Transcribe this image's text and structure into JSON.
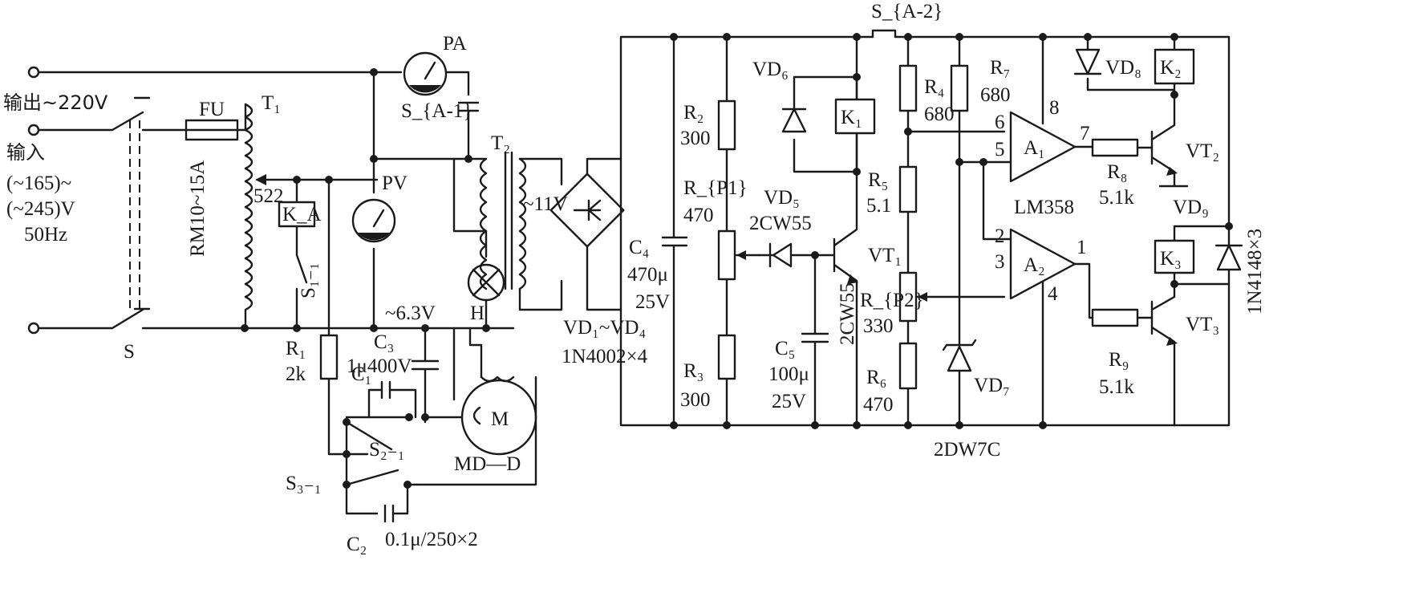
{
  "labels": {
    "out_label": "输出~220V",
    "in_label": "输入",
    "in_range1": "(~165)~",
    "in_range2": "(~245)V",
    "in_freq": "50Hz",
    "FU": "FU",
    "fuse_type": "RM10~15A",
    "T1": "T₁",
    "tap_522": "522",
    "KA": "K_A",
    "S1_1": "S₁₋₁",
    "S": "S",
    "PA": "PA",
    "SA1": "S_{A-1}",
    "PV": "PV",
    "T2": "T₂",
    "v11": "~11V",
    "v63": "~6.3V",
    "H": "H",
    "C3": "C₃",
    "C3v": "1μ400V",
    "R1": "R₁",
    "R1v": "2k",
    "C1": "C₁",
    "S2_1": "S₂₋₁",
    "M": "M",
    "MDD": "MD—D",
    "S3_1": "S₃₋₁",
    "C2": "C₂",
    "C2v": "0.1μ/250×2",
    "VD14": "VD₁~VD₄",
    "VD14v": "1N4002×4",
    "C4": "C₄",
    "C4v1": "470μ",
    "C4v2": "25V",
    "R2": "R₂",
    "R2v": "300",
    "RP1": "R_{P1}",
    "RP1v": "470",
    "R3": "R₃",
    "R3v": "300",
    "VD6": "VD₆",
    "K1": "K₁",
    "VD5": "VD₅",
    "VD5v": "2CW55",
    "VT1": "VT₁",
    "VT1v": "2CW55",
    "C5": "C₅",
    "C5v1": "100μ",
    "C5v2": "25V",
    "SA2": "S_{A-2}",
    "R4": "R₄",
    "R4v": "680",
    "R7": "R₇",
    "R7v": "680",
    "R5": "R₅",
    "R5v": "5.1",
    "RP2": "R_{P2}",
    "RP2v": "330",
    "R6": "R₆",
    "R6v": "470",
    "VD7": "VD₇",
    "VD7v": "2DW7C",
    "A1": "A₁",
    "A2": "A₂",
    "LM358": "LM358",
    "p8": "8",
    "p6": "6",
    "p5": "5",
    "p7": "7",
    "p2": "2",
    "p3": "3",
    "p1": "1",
    "p4": "4",
    "VD8": "VD₈",
    "K2": "K₂",
    "VT2": "VT₂",
    "R8": "R₈",
    "R8v": "5.1k",
    "VD9": "VD₉",
    "K3": "K₃",
    "VD9v": "1N4148×3",
    "VT3": "VT₃",
    "R9": "R₉",
    "R9v": "5.1k"
  }
}
